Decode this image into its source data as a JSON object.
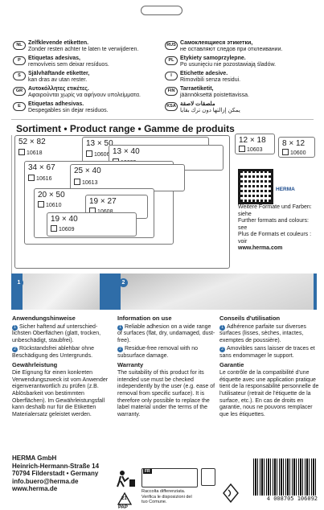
{
  "languages": {
    "left": [
      {
        "code": "NL",
        "title": "Zelfklevende etiketten.",
        "desc": "Zonder resten achter te laten te verwijderen."
      },
      {
        "code": "P",
        "title": "Etiquetas adesivas,",
        "desc": "removíveis sem deixar resíduos."
      },
      {
        "code": "S",
        "title": "Självhäftande etiketter,",
        "desc": "kan dras av utan rester."
      },
      {
        "code": "GR",
        "title": "Αυτοκόλλητες ετικέτες.",
        "desc": "Αφαιρούνται χωρίς να αφήνουν υπολείμματα."
      },
      {
        "code": "E",
        "title": "Etiquetas adhesivas.",
        "desc": "Despegables sin dejar residuos."
      }
    ],
    "right": [
      {
        "code": "RUS",
        "title": "Самоклеящиеся этикетки,",
        "desc": "не оставляют следов при отклеивании."
      },
      {
        "code": "PL",
        "title": "Etykiety samoprzylepne.",
        "desc": "Po usunięciu nie pozostawiają śladów."
      },
      {
        "code": "I",
        "title": "Etichette adesive.",
        "desc": "Rimovibili senza residui."
      },
      {
        "code": "FIN",
        "title": "Tarraetiketit,",
        "desc": "jäännöksettä poistettavissa."
      },
      {
        "code": "KSA",
        "title": "ملصقات لاصقة",
        "desc": "يمكن إزالتها دون ترك بقايا"
      }
    ]
  },
  "sortiment": {
    "title": "Sortiment • Product range • Gamme de produits",
    "labels": [
      {
        "size": "52 × 82",
        "code": "10618"
      },
      {
        "size": "13 × 50",
        "code": "10606"
      },
      {
        "size": "13 × 40",
        "code": "10605"
      },
      {
        "size": "34 × 67",
        "code": "10616"
      },
      {
        "size": "25 × 40",
        "code": "10613"
      },
      {
        "size": "20 × 50",
        "code": "10610"
      },
      {
        "size": "19 × 27",
        "code": "10608"
      },
      {
        "size": "19 × 40",
        "code": "10609"
      },
      {
        "size": "12 × 18",
        "code": "10603"
      },
      {
        "size": "8 × 12",
        "code": "10600"
      }
    ],
    "more_de": "Weitere Formate und Farben: siehe",
    "more_en": "Further formats and colours: see",
    "more_fr": "Plus de Formats et couleurs : voir",
    "web": "www.herma.com",
    "logo": "HERMA"
  },
  "info": {
    "de": {
      "h1": "Anwendungshinweise",
      "p1": "Sicher haftend auf unterschied-lichsten Oberflächen (glatt, trocken, unbeschädigt, staubfrei).",
      "p2": "Rückstandsfrei ablehbar ohne Beschädigung des Untergrunds.",
      "h2": "Gewährleistung",
      "p3": "Die Eignung für einen konkreten Verwendungszweck ist vom Anwender eigenverantwortlich zu prüfen (z.B. Ablösbarkeit von bestimmten Oberflächen). Im Gewährleistungsfall kann deshalb nur für die Etiketten Materialersatz geleistet werden."
    },
    "en": {
      "h1": "Information on use",
      "p1": "Reliable adhesion on a wide range of surfaces (flat, dry, undamaged, dust-free).",
      "p2": "Residue-free removal with no subsurface damage.",
      "h2": "Warranty",
      "p3": "The suitability of this product for its intended use must be checked independently by the user (e.g. ease of removal from specific surface). It is therefore only possible to replace the label material under the terms of the warranty."
    },
    "fr": {
      "h1": "Conseils d'utilisation",
      "p1": "Adhérence parfaite sur diverses surfaces (lisses, sèches, intactes, exemptes de poussière).",
      "p2": "Amovibles sans laisser de traces et sans endommager le support.",
      "h2": "Garantie",
      "p3": "Le contrôle de la compatibilité d'une étiquette avec une application pratique tient de la responsabilité personnelle de l'utilisateur (retrait de l'étiquette de la surface, etc.). En cas de droits en garantie, nous ne pouvons remplacer que les étiquettes."
    },
    "num1": "1",
    "num2": "2"
  },
  "footer": {
    "company": "HERMA GmbH",
    "street": "Heinrich-Hermann-Straße 14",
    "city": "70794 Filderstadt • Germany",
    "email": "info.buero@herma.de",
    "web": "www.herma.de",
    "recycle_code": "21",
    "recycle_mat": "PAP",
    "fr_tag": "FR",
    "recycle_text": "Raccolta differenziata. Verifica le disposizioni del tuo Comune.",
    "barcode": "4 008705 106092"
  },
  "colors": {
    "accent": "#2f6da8"
  }
}
